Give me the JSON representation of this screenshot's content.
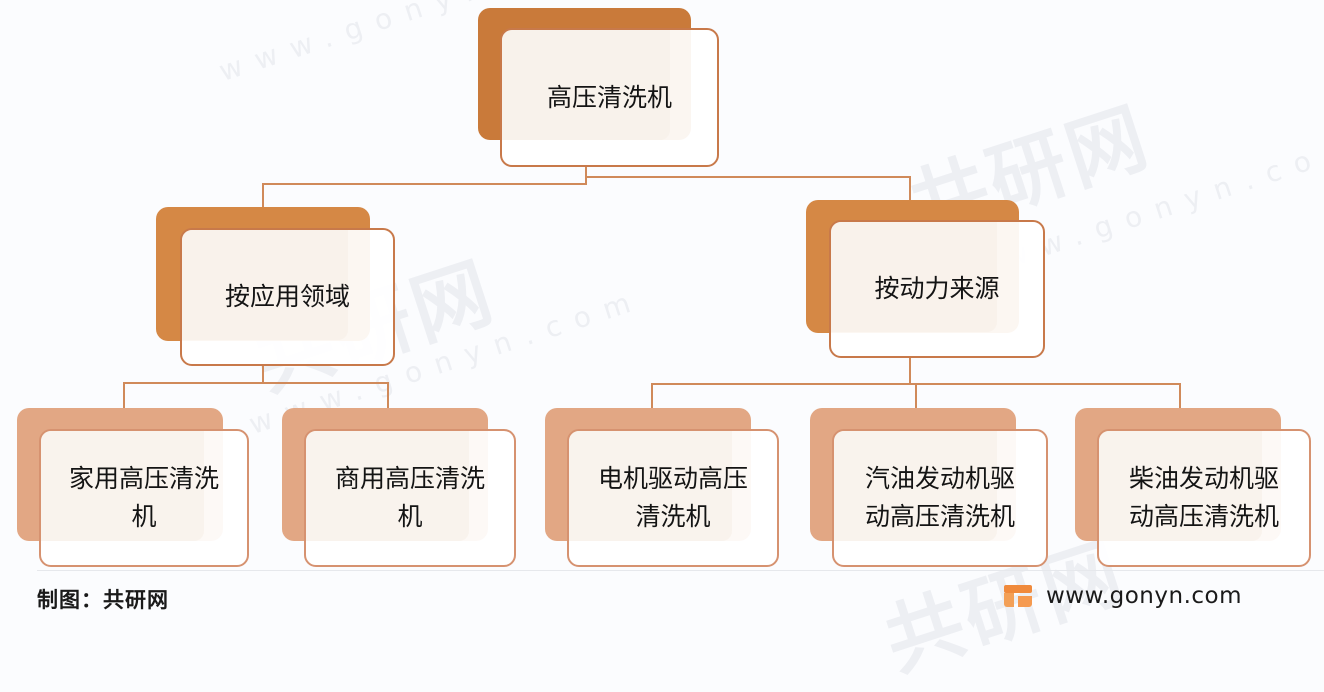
{
  "diagram": {
    "root": {
      "label": "高压清洗机"
    },
    "categories": [
      {
        "label": "按应用领域",
        "children": [
          {
            "label": "家用高压清洗机",
            "lines": [
              "家用高压清洗",
              "机"
            ]
          },
          {
            "label": "商用高压清洗机",
            "lines": [
              "商用高压清洗",
              "机"
            ]
          }
        ]
      },
      {
        "label": "按动力来源",
        "children": [
          {
            "label": "电机驱动高压清洗机",
            "lines": [
              "电机驱动高压",
              "清洗机"
            ]
          },
          {
            "label": "汽油发动机驱动高压清洗机",
            "lines": [
              "汽油发动机驱",
              "动高压清洗机"
            ]
          },
          {
            "label": "柴油发动机驱动高压清洗机",
            "lines": [
              "柴油发动机驱",
              "动高压清洗机"
            ]
          }
        ]
      }
    ]
  },
  "footer": {
    "credit": "制图：共研网",
    "site": "www.gonyn.com",
    "logo_icon": "gonyn-logo-icon"
  },
  "watermark": {
    "brand": "共研网",
    "url": "www.gonyn.com"
  },
  "colors": {
    "root_back": "#c97a3a",
    "level2_back": "#d58845",
    "level3_back": "#e2a784",
    "border": "#c8794a",
    "connector": "#d08a5a"
  }
}
